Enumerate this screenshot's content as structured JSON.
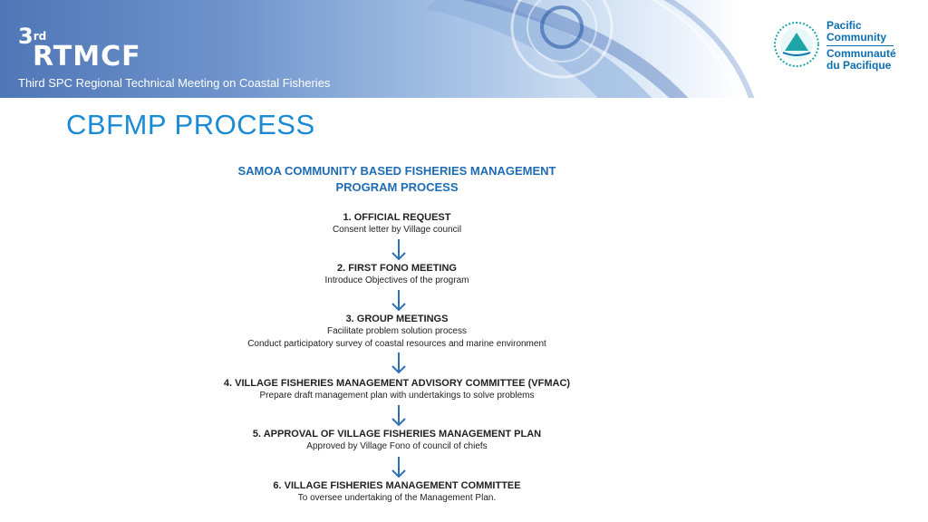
{
  "header": {
    "logo_prefix": "3",
    "logo_suffix": "rd",
    "logo_text": "RTMCF",
    "subtitle": "Third SPC Regional Technical Meeting on Coastal Fisheries",
    "org_lines": [
      "Pacific",
      "Community",
      "Communauté",
      "du Pacifique"
    ]
  },
  "page": {
    "title": "CBFMP PROCESS",
    "program_title_line1": "SAMOA COMMUNITY BASED FISHERIES MANAGEMENT",
    "program_title_line2": "PROGRAM PROCESS"
  },
  "steps": [
    {
      "title": "1. OFFICIAL REQUEST",
      "desc": [
        "Consent letter by Village council"
      ]
    },
    {
      "title": "2. FIRST FONO MEETING",
      "desc": [
        "Introduce Objectives of the program"
      ]
    },
    {
      "title": "3. GROUP MEETINGS",
      "desc": [
        "Facilitate problem solution process",
        "Conduct participatory survey of coastal resources and marine environment"
      ]
    },
    {
      "title": "4. VILLAGE FISHERIES MANAGEMENT ADVISORY COMMITTEE (VFMAC)",
      "desc": [
        "Prepare draft management plan with undertakings to solve problems"
      ]
    },
    {
      "title": "5. APPROVAL OF VILLAGE FISHERIES MANAGEMENT PLAN",
      "desc": [
        "Approved by Village Fono of council of chiefs"
      ]
    },
    {
      "title": "6. VILLAGE FISHERIES MANAGEMENT COMMITTEE",
      "desc": [
        "To oversee undertaking of the Management Plan."
      ]
    }
  ],
  "colors": {
    "title_blue": "#1a8ad4",
    "program_blue": "#1e6cb5",
    "arrow_blue": "#2f6fb3"
  }
}
